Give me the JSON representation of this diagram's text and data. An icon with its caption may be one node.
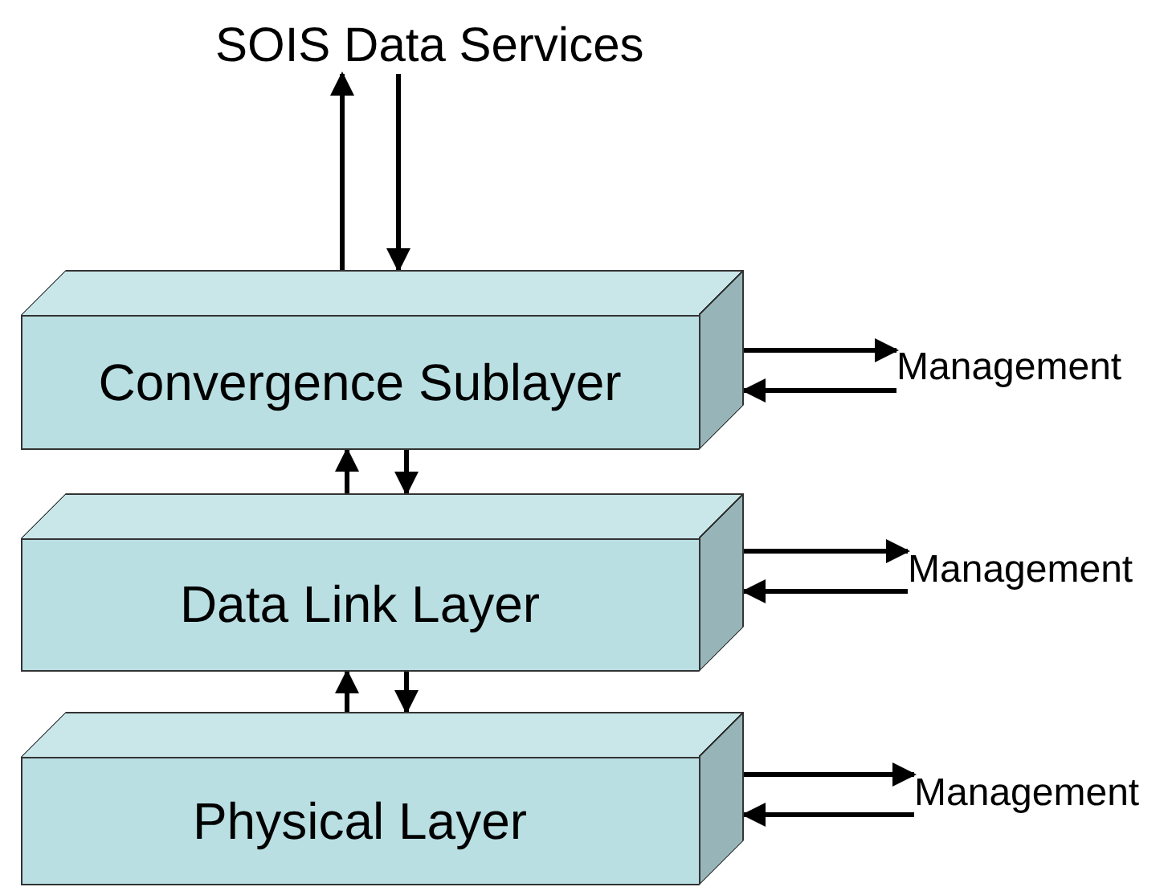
{
  "diagram": {
    "nodes": [
      {
        "text": [
          "SOIS Data Services"
        ]
      },
      {
        "text": [
          "Convergence Sublayer"
        ]
      },
      {
        "text": [
          "Management"
        ]
      },
      {
        "text": [
          "Data Link Layer"
        ]
      },
      {
        "text": [
          "Management"
        ]
      },
      {
        "text": [
          "Physical Layer"
        ]
      },
      {
        "text": [
          "Management"
        ]
      }
    ],
    "edges": [
      {
        "from": 1,
        "to": 0,
        "arrow": "to"
      },
      {
        "from": 0,
        "to": 1,
        "arrow": "to"
      },
      {
        "from": 1,
        "to": 2,
        "arrow": "to"
      },
      {
        "from": 2,
        "to": 1,
        "arrow": "to"
      },
      {
        "from": 3,
        "to": 1,
        "arrow": "to"
      },
      {
        "from": 1,
        "to": 3,
        "arrow": "to"
      },
      {
        "from": 3,
        "to": 4,
        "arrow": "to"
      },
      {
        "from": 4,
        "to": 3,
        "arrow": "to"
      },
      {
        "from": 5,
        "to": 3,
        "arrow": "to"
      },
      {
        "from": 3,
        "to": 5,
        "arrow": "to"
      },
      {
        "from": 5,
        "to": 6,
        "arrow": "to"
      },
      {
        "from": 6,
        "to": 5,
        "arrow": "to"
      }
    ]
  }
}
